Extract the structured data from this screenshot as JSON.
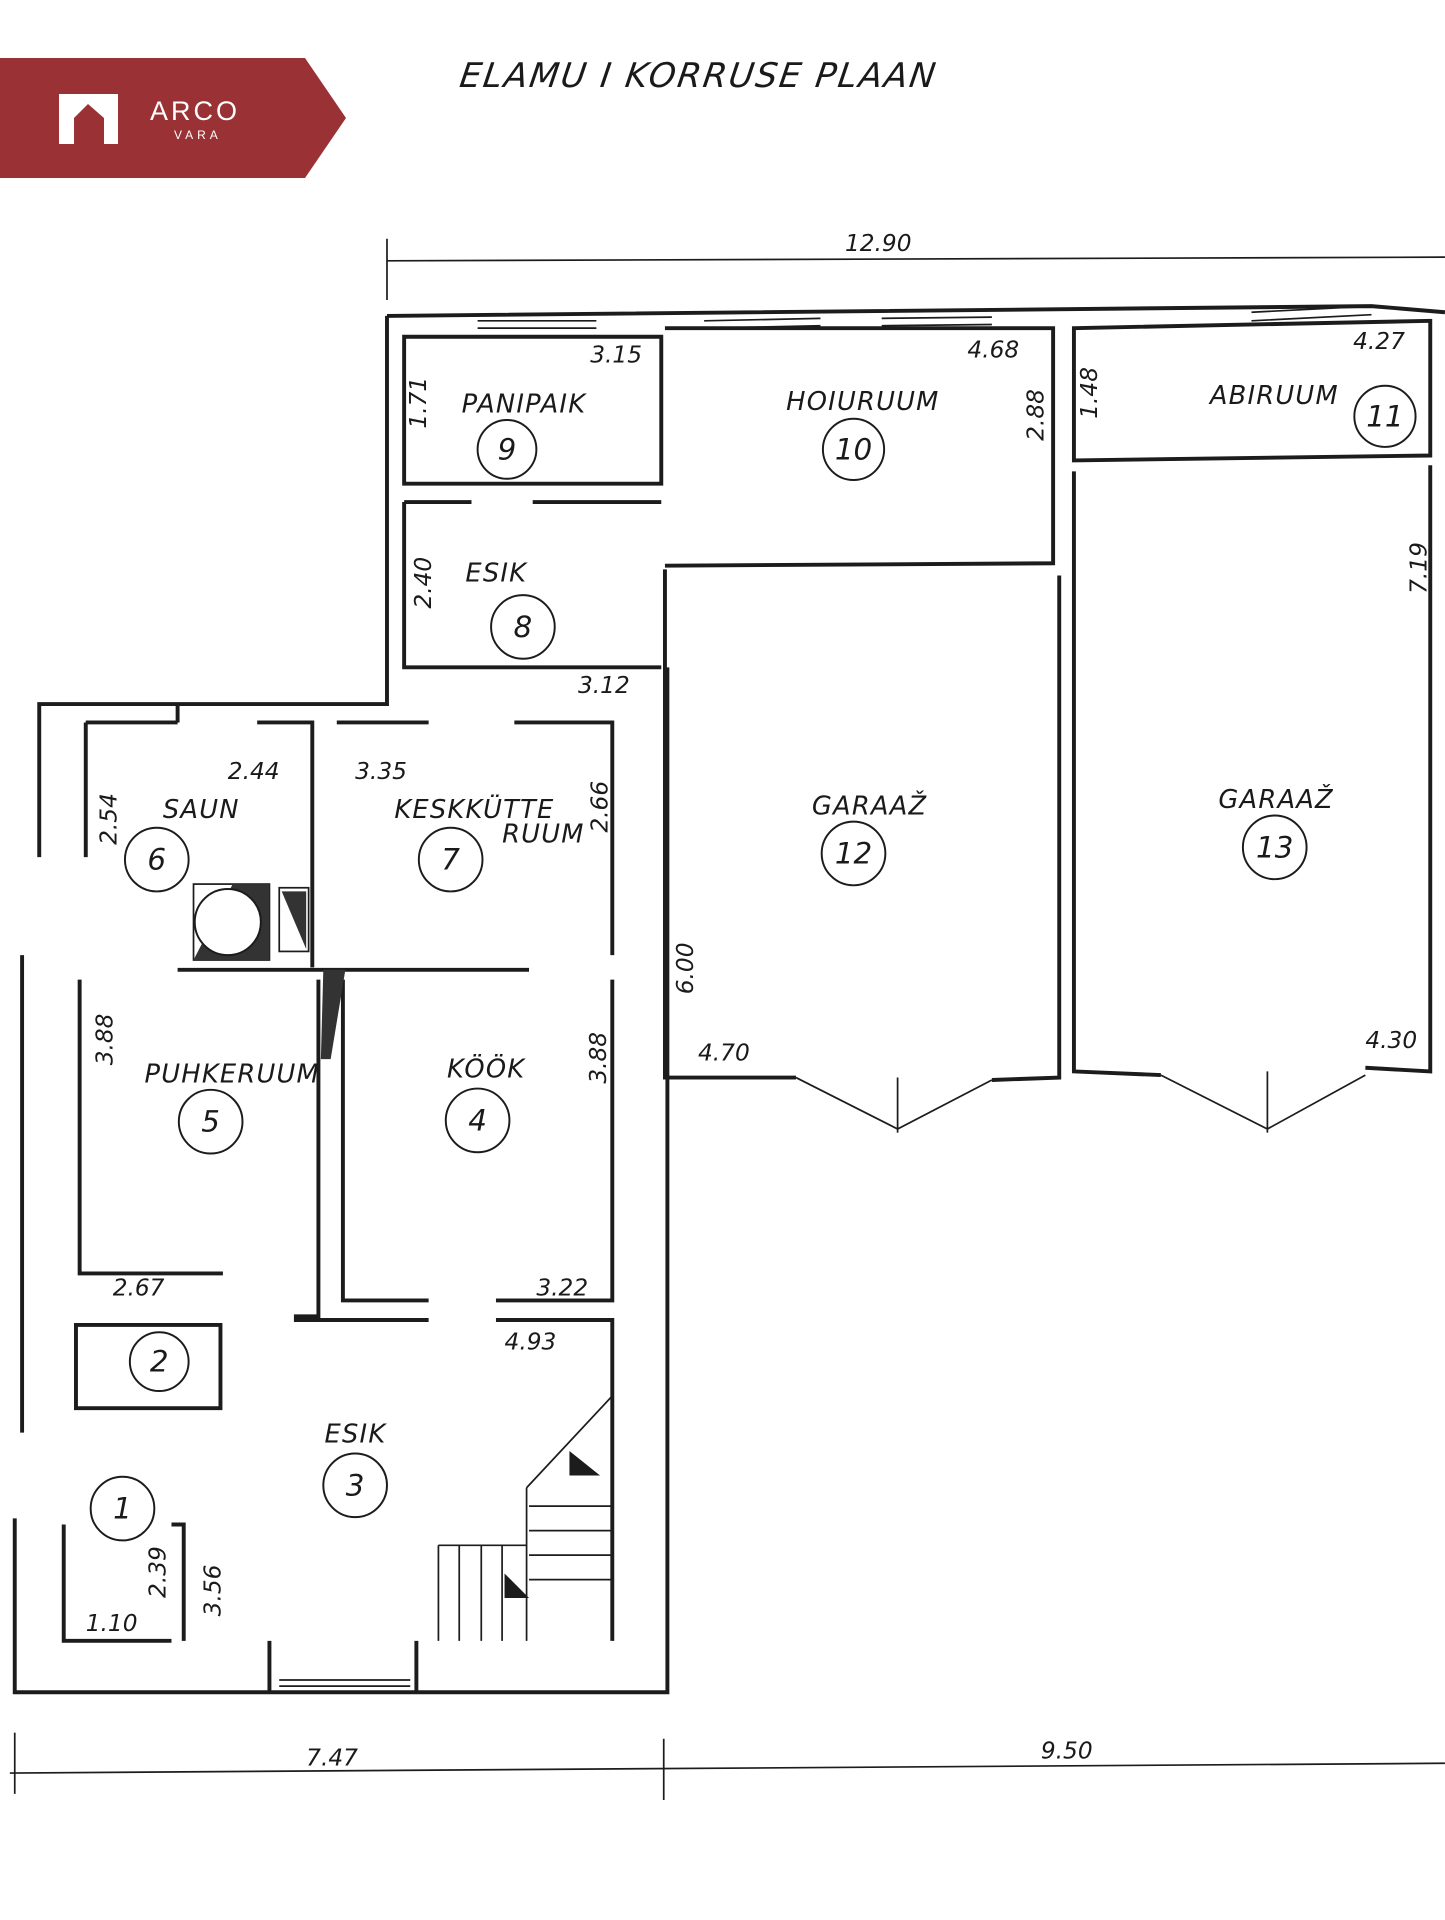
{
  "title": "ELAMU I KORRUSE PLAAN",
  "logo": {
    "name": "ARCO",
    "sub": "VARA",
    "color": "#9a3235"
  },
  "overall_dimensions": {
    "top": "12.90",
    "bottom_left": "7.47",
    "bottom_right": "9.50"
  },
  "rooms": {
    "r1": {
      "number": "1",
      "dims": [
        "2.39",
        "1.10"
      ]
    },
    "r2": {
      "number": "2"
    },
    "r3": {
      "name": "ESIK",
      "number": "3",
      "dims": [
        "4.93",
        "3.56"
      ]
    },
    "r4": {
      "name": "KÖÖK",
      "number": "4",
      "dims": [
        "3.22",
        "3.88"
      ]
    },
    "r5": {
      "name": "PUHKERUUM",
      "number": "5",
      "dims": [
        "2.67",
        "3.88"
      ]
    },
    "r6": {
      "name": "SAUN",
      "number": "6",
      "dims": [
        "2.44",
        "2.54"
      ]
    },
    "r7": {
      "name": "KESKKÜTTE",
      "name2": "RUUM",
      "number": "7",
      "dims": [
        "3.35",
        "2.66"
      ]
    },
    "r8": {
      "name": "ESIK",
      "number": "8",
      "dims": [
        "3.12",
        "2.40"
      ]
    },
    "r9": {
      "name": "PANIPAIK",
      "number": "9",
      "dims": [
        "3.15",
        "1.71"
      ]
    },
    "r10": {
      "name": "HOIURUUM",
      "number": "10",
      "dims": [
        "4.68",
        "2.88"
      ]
    },
    "r11": {
      "name": "ABIRUUM",
      "number": "11",
      "dims": [
        "4.27",
        "1.48"
      ]
    },
    "r12": {
      "name": "GARAAŽ",
      "number": "12",
      "dims": [
        "4.70",
        "6.00"
      ]
    },
    "r13": {
      "name": "GARAAŽ",
      "number": "13",
      "dims": [
        "4.30",
        "7.19"
      ]
    }
  }
}
